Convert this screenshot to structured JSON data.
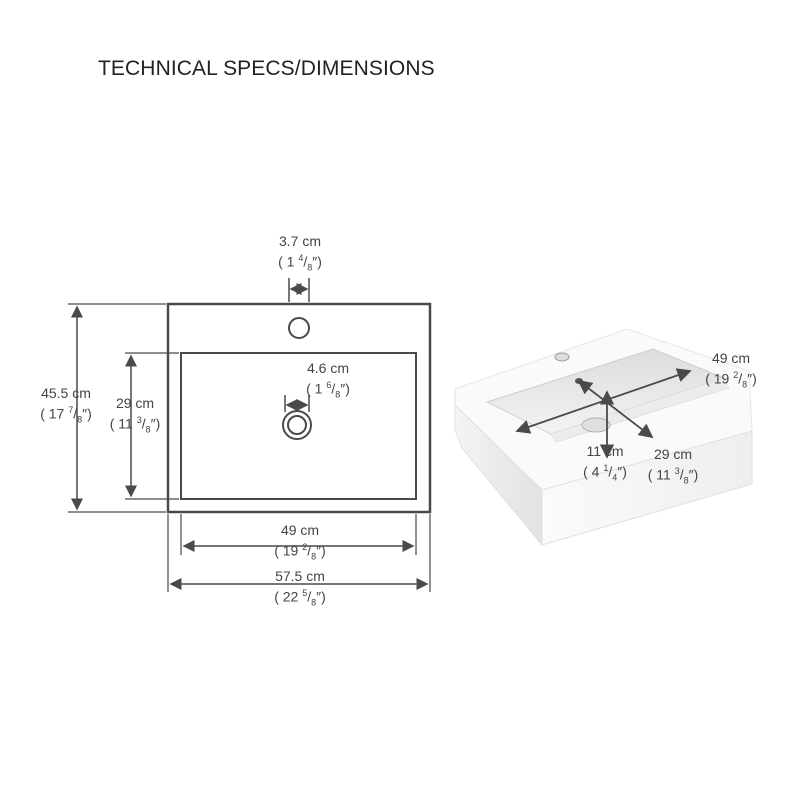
{
  "title": "TECHNICAL SPECS/DIMENSIONS",
  "colors": {
    "line": "#4a4a4a",
    "text": "#444444",
    "basin_shadow": "#d6d6d6"
  },
  "dims": {
    "faucet_hole": {
      "cm": "3.7 cm",
      "inch_pre": "( 1 ",
      "num": "4",
      "den": "8",
      "inch_post": "″)"
    },
    "drain": {
      "cm": "4.6 cm",
      "inch_pre": "( 1 ",
      "num": "6",
      "den": "8",
      "inch_post": "″)"
    },
    "outer_depth": {
      "cm": "45.5 cm",
      "inch_pre": "( 17 ",
      "num": "7",
      "den": "8",
      "inch_post": "″)"
    },
    "inner_depth": {
      "cm": "29 cm",
      "inch_pre": "( 11 ",
      "num": "3",
      "den": "8",
      "inch_post": "″)"
    },
    "inner_width": {
      "cm": "49 cm",
      "inch_pre": "( 19 ",
      "num": "2",
      "den": "8",
      "inch_post": "″)"
    },
    "outer_width": {
      "cm": "57.5 cm",
      "inch_pre": "( 22 ",
      "num": "5",
      "den": "8",
      "inch_post": "″)"
    },
    "iso_width": {
      "cm": "49 cm",
      "inch_pre": "( 19 ",
      "num": "2",
      "den": "8",
      "inch_post": "″)"
    },
    "iso_height": {
      "cm": "11 cm",
      "inch_pre": "( 4 ",
      "num": "1",
      "den": "4",
      "inch_post": "″)"
    },
    "iso_depth": {
      "cm": "29 cm",
      "inch_pre": "( 11 ",
      "num": "3",
      "den": "8",
      "inch_post": "″)"
    }
  }
}
